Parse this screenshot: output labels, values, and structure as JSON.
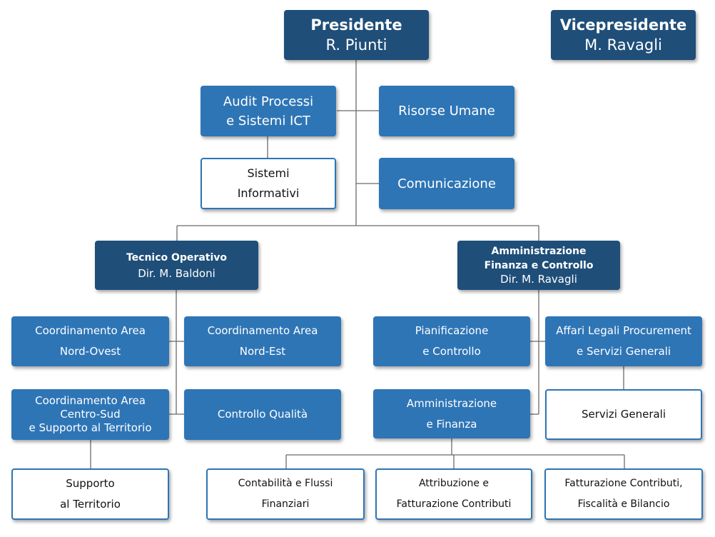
{
  "colors": {
    "dark": "#1f4e79",
    "mid": "#2e75b6",
    "line": "#6b6b6b"
  },
  "presidente": {
    "title": "Presidente",
    "name": "R. Piunti"
  },
  "vicepresidente": {
    "title": "Vicepresidente",
    "name": "M. Ravagli"
  },
  "staff": {
    "audit": [
      "Audit Processi",
      "e Sistemi ICT"
    ],
    "sistemi_informativi": [
      "Sistemi",
      "Informativi"
    ],
    "risorse_umane": "Risorse Umane",
    "comunicazione": "Comunicazione"
  },
  "tecnico": {
    "title": "Tecnico Operativo",
    "dir": "Dir. M. Baldoni",
    "nord_ovest": [
      "Coordinamento Area",
      "Nord-Ovest"
    ],
    "nord_est": [
      "Coordinamento Area",
      "Nord-Est"
    ],
    "centro_sud": [
      "Coordinamento Area",
      "Centro-Sud",
      "e Supporto al Territorio"
    ],
    "controllo_qualita": "Controllo Qualità",
    "supporto_territorio": [
      "Supporto",
      "al Territorio"
    ]
  },
  "afc": {
    "title": [
      "Amministrazione",
      "Finanza e Controllo"
    ],
    "dir": "Dir. M. Ravagli",
    "pianificazione": [
      "Pianificazione",
      "e Controllo"
    ],
    "affari_legali": [
      "Affari Legali Procurement",
      "e Servizi Generali"
    ],
    "servizi_generali": "Servizi Generali",
    "amministrazione": [
      "Amministrazione",
      "e Finanza"
    ],
    "contabilita": [
      "Contabilità e Flussi",
      "Finanziari"
    ],
    "attribuzione": [
      "Attribuzione e",
      "Fatturazione Contributi"
    ],
    "fatturazione": [
      "Fatturazione Contributi,",
      "Fiscalità e Bilancio"
    ]
  }
}
